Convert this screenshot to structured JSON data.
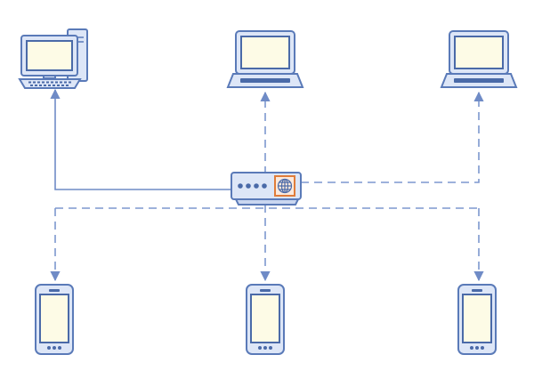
{
  "colors": {
    "background": "#ffffff",
    "device_fill": "#dde6f7",
    "device_stroke": "#5a7ab8",
    "screen_fill": "#fdfbe6",
    "link": "#6f8bc6",
    "router_accent": "#e07c3a"
  },
  "nodes": [
    {
      "id": "desktop",
      "kind": "desktop-computer",
      "icon": "desktop-computer-icon"
    },
    {
      "id": "laptop-1",
      "kind": "laptop",
      "icon": "laptop-icon"
    },
    {
      "id": "laptop-2",
      "kind": "laptop",
      "icon": "laptop-icon"
    },
    {
      "id": "router",
      "kind": "router",
      "icon": "router-icon"
    },
    {
      "id": "phone-1",
      "kind": "smartphone",
      "icon": "smartphone-icon"
    },
    {
      "id": "phone-2",
      "kind": "smartphone",
      "icon": "smartphone-icon"
    },
    {
      "id": "phone-3",
      "kind": "smartphone",
      "icon": "smartphone-icon"
    }
  ],
  "edges": [
    {
      "from": "router",
      "to": "desktop",
      "style": "solid"
    },
    {
      "from": "router",
      "to": "laptop-1",
      "style": "dashed"
    },
    {
      "from": "router",
      "to": "laptop-2",
      "style": "dashed"
    },
    {
      "from": "router",
      "to": "phone-1",
      "style": "dashed"
    },
    {
      "from": "router",
      "to": "phone-2",
      "style": "dashed"
    },
    {
      "from": "router",
      "to": "phone-3",
      "style": "dashed"
    }
  ]
}
